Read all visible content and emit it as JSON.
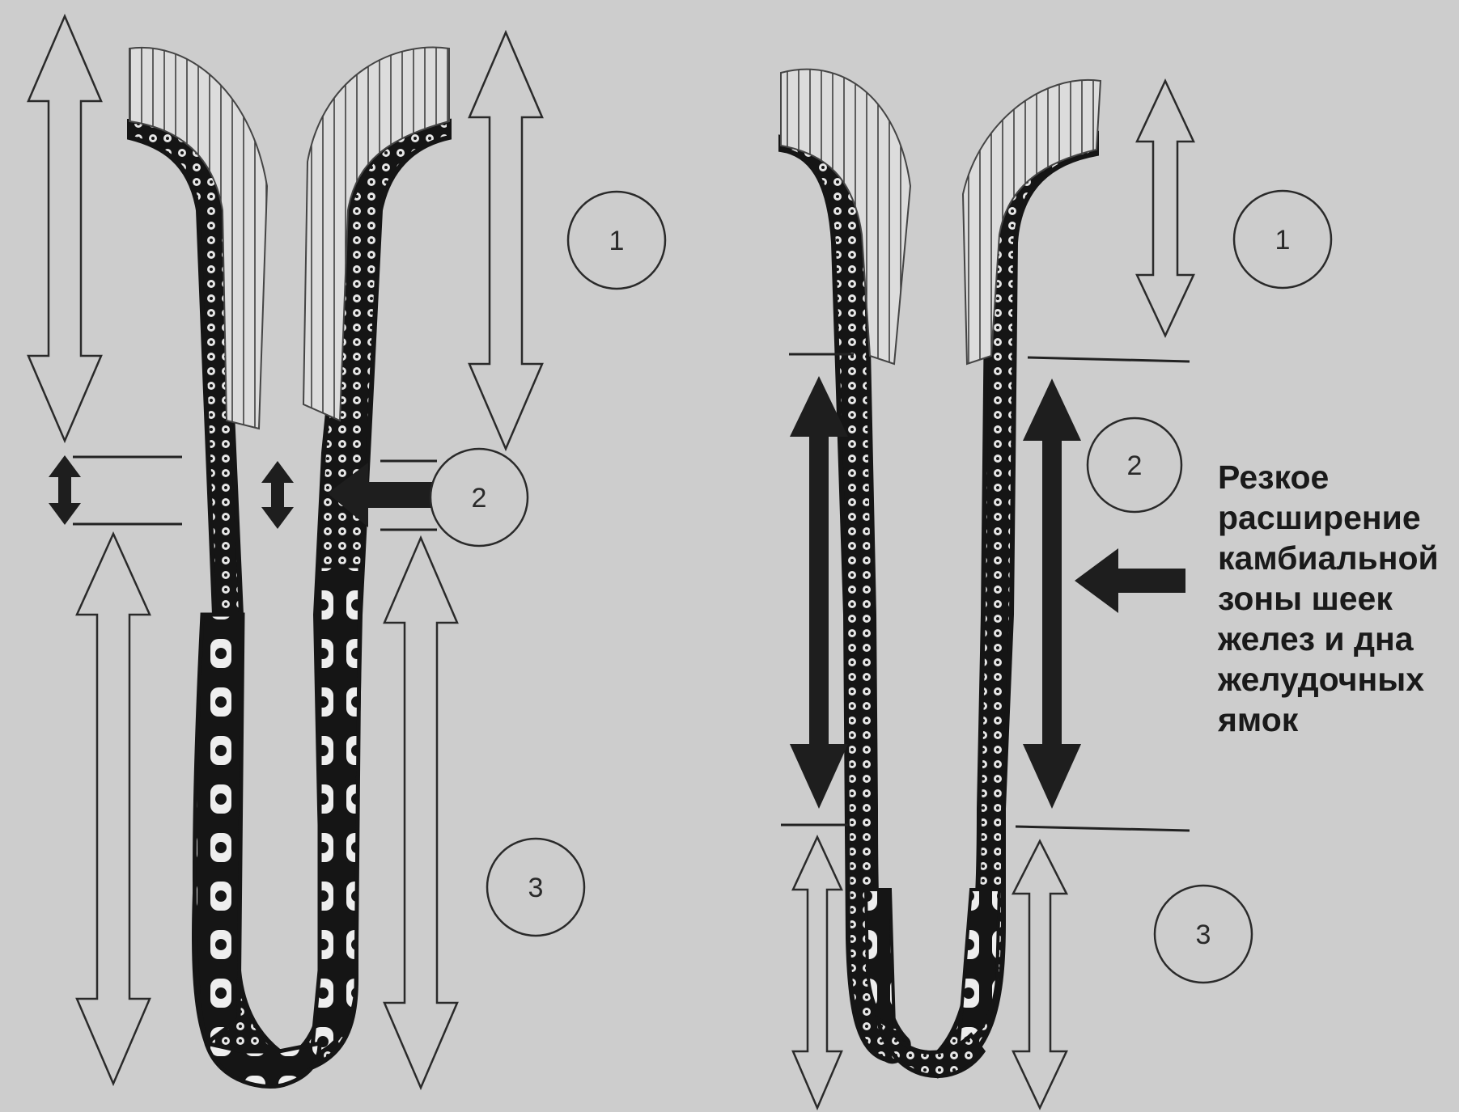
{
  "zones": {
    "left": {
      "one": "1",
      "two": "2",
      "three": "3"
    },
    "right": {
      "one": "1",
      "two": "2",
      "three": "3"
    }
  },
  "caption": {
    "lines": [
      "Резкое",
      "расширение",
      "камбиальной",
      "зоны шеек",
      "желез и дна",
      "желудочных",
      "ямок"
    ]
  },
  "colors": {
    "background": "#cdcdcd",
    "tissue": "#151515",
    "outline_arrow": "#2a2a2a",
    "solid_arrow": "#1e1e1e"
  },
  "icons": [
    "hollow-double-arrow",
    "solid-double-arrow",
    "solid-left-arrow",
    "numbered-circle"
  ]
}
